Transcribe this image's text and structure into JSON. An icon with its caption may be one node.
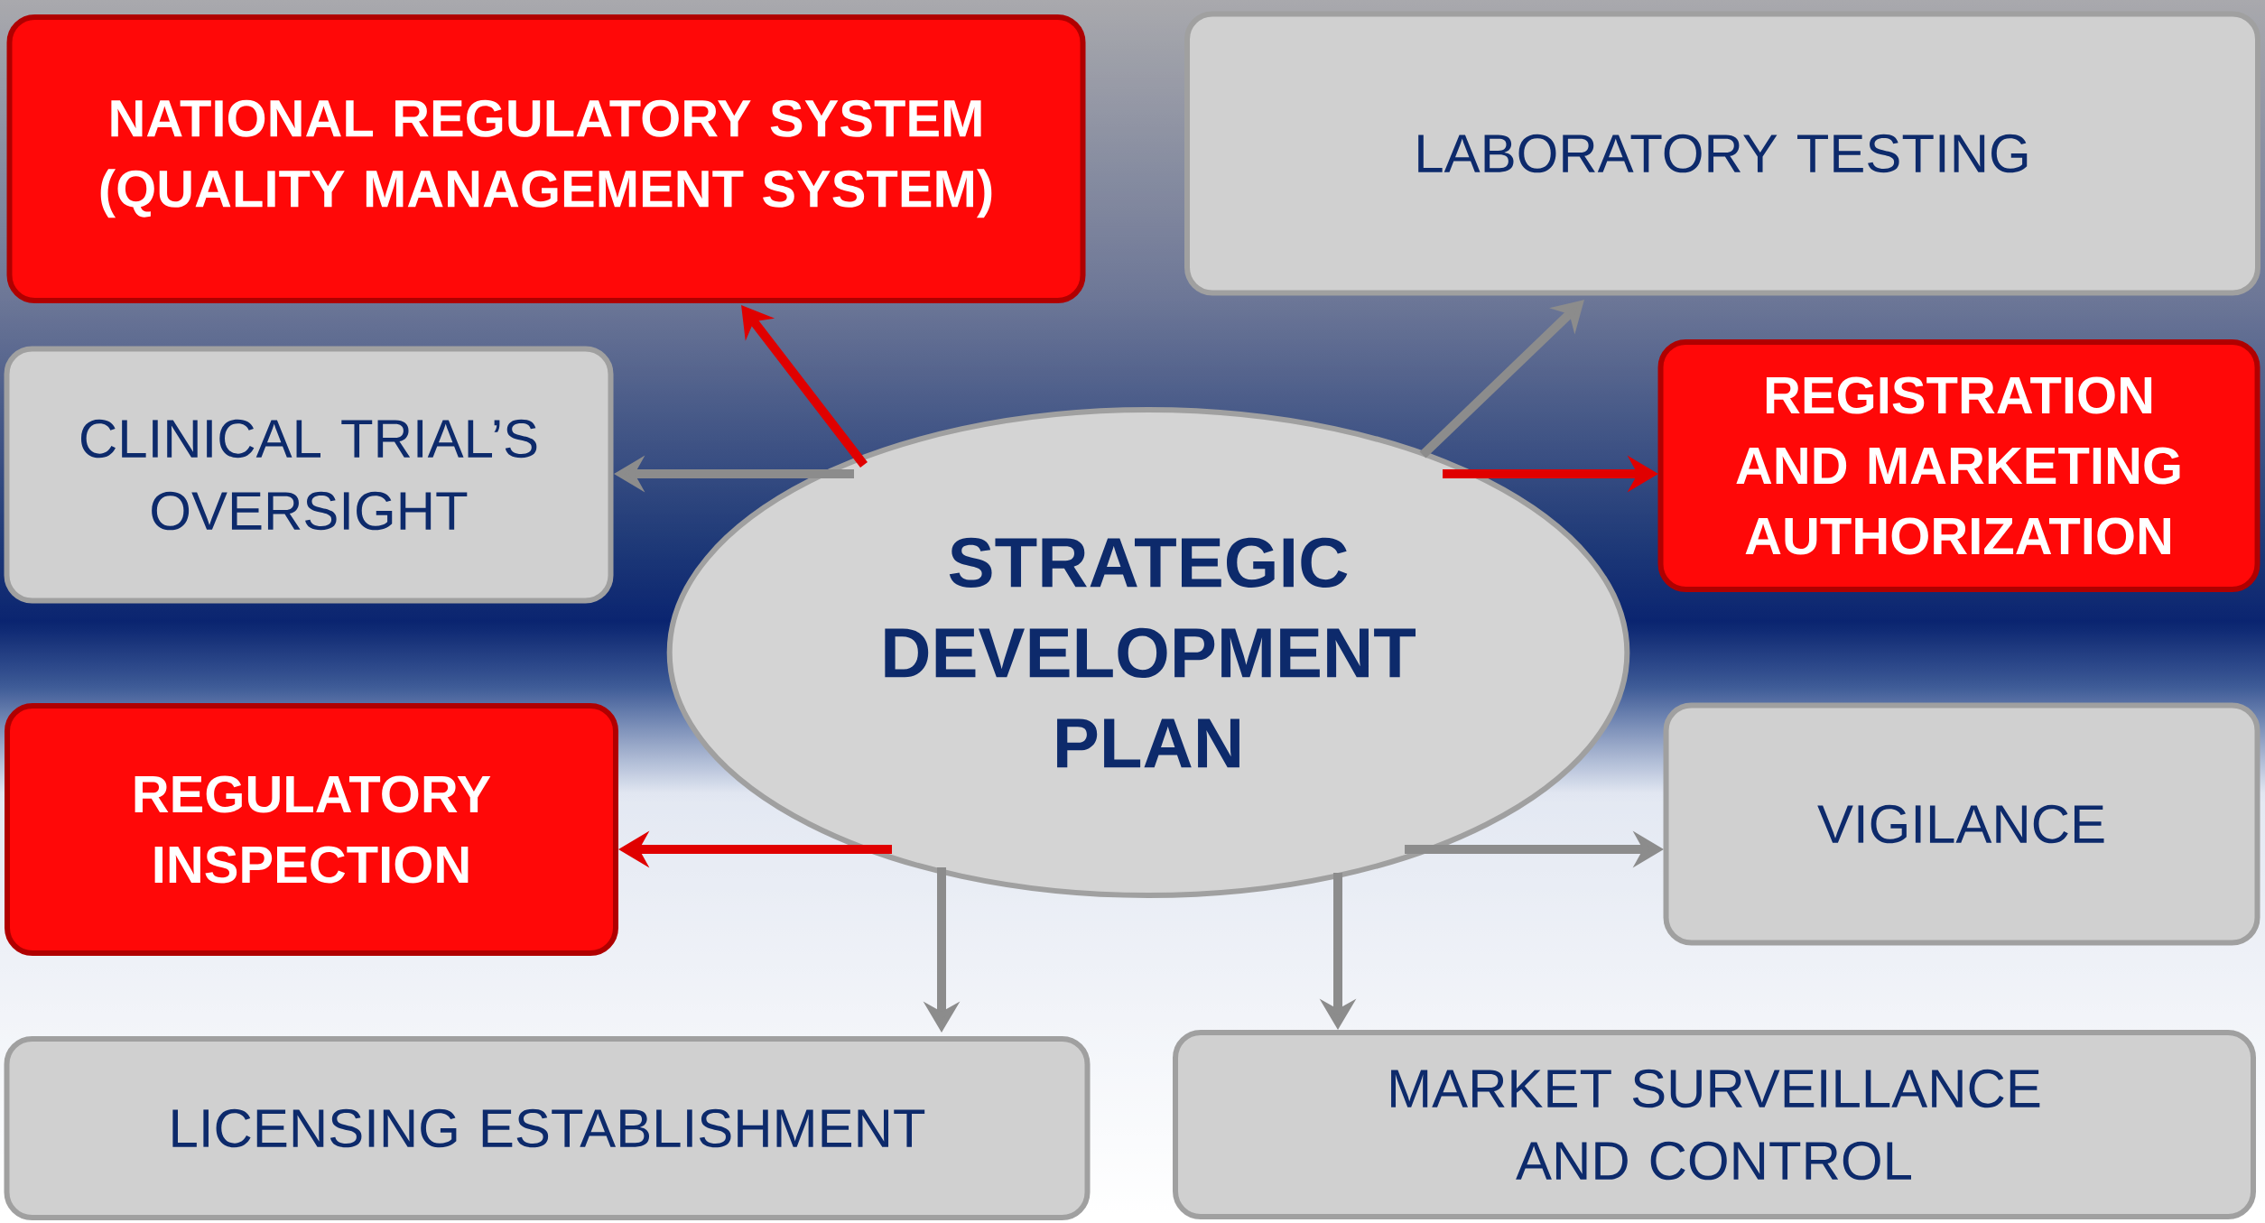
{
  "diagram": {
    "nodes": [
      {
        "text": [
          "STRATEGIC DEVELOPMENT PLAN"
        ]
      },
      {
        "text": [
          "NATIONAL REGULATORY SYSTEM (QUALITY MANAGEMENT SYSTEM)"
        ]
      },
      {
        "text": [
          "LABORATORY TESTING"
        ]
      },
      {
        "text": [
          "CLINICAL TRIAL’S OVERSIGHT"
        ]
      },
      {
        "text": [
          "REGISTRATION AND MARKETING AUTHORIZATION"
        ]
      },
      {
        "text": [
          "REGULATORY INSPECTION"
        ]
      },
      {
        "text": [
          "VIGILANCE"
        ]
      },
      {
        "text": [
          "LICENSING ESTABLISHMENT"
        ]
      },
      {
        "text": [
          "MARKET SURVEILLANCE AND CONTROL"
        ]
      }
    ],
    "edges": [
      {
        "from": 0,
        "to": 1,
        "arrow": "to",
        "color": "#e00000"
      },
      {
        "from": 0,
        "to": 2,
        "arrow": "to"
      },
      {
        "from": 0,
        "to": 3,
        "arrow": "to"
      },
      {
        "from": 0,
        "to": 4,
        "arrow": "to",
        "color": "#e00000"
      },
      {
        "from": 0,
        "to": 5,
        "arrow": "to",
        "color": "#e00000"
      },
      {
        "from": 0,
        "to": 6,
        "arrow": "to"
      },
      {
        "from": 0,
        "to": 7,
        "arrow": "to"
      },
      {
        "from": 0,
        "to": 8,
        "arrow": "to"
      }
    ]
  }
}
